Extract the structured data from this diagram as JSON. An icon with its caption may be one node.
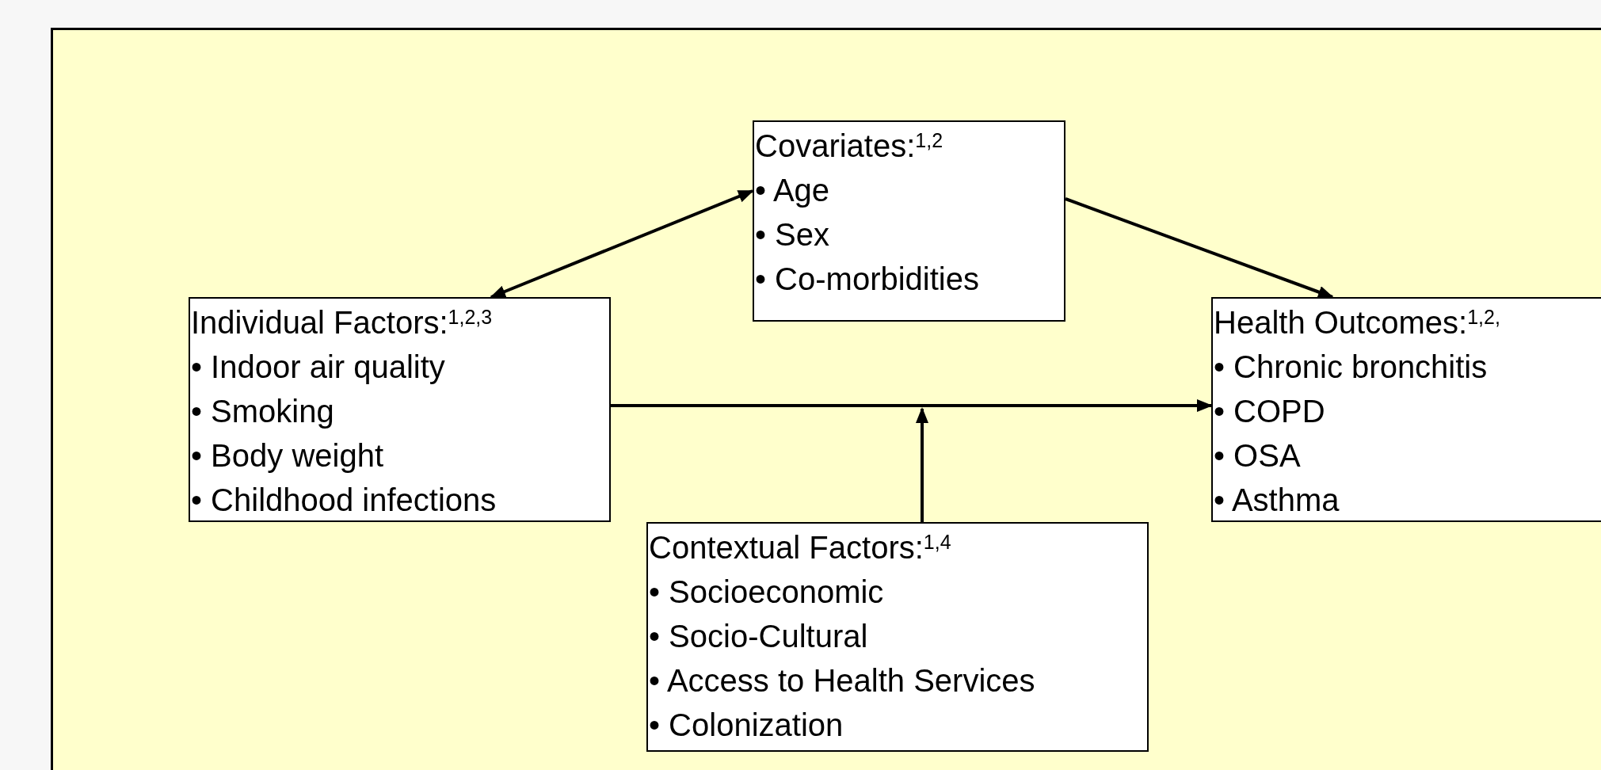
{
  "diagram": {
    "nodes": [
      {
        "text": [
          "Covariates:$^{1,2}$",
          "• Age",
          "• Sex",
          "• Co-morbidities"
        ]
      },
      {
        "text": [
          "Individual Factors:$^{1,2,3}$",
          "• Indoor air quality",
          "• Smoking",
          "• Body weight",
          "• Childhood infections"
        ]
      },
      {
        "text": [
          "Health Outcomes:$^{1,2,}$",
          "• Chronic bronchitis",
          "• COPD",
          "• OSA",
          "• Asthma"
        ]
      },
      {
        "text": [
          "Contextual Factors:$^{1,4}$",
          "• Socioeconomic",
          "• Socio-Cultural",
          "• Access to Health Services",
          "• Colonization"
        ]
      }
    ],
    "edges": [
      {
        "from": 1,
        "to": 0,
        "arrow": "both"
      },
      {
        "from": 0,
        "to": 2,
        "arrow": "to"
      },
      {
        "from": 1,
        "to": 2,
        "arrow": "to"
      },
      {
        "from": 3,
        "to": null,
        "arrow": "to"
      }
    ]
  }
}
